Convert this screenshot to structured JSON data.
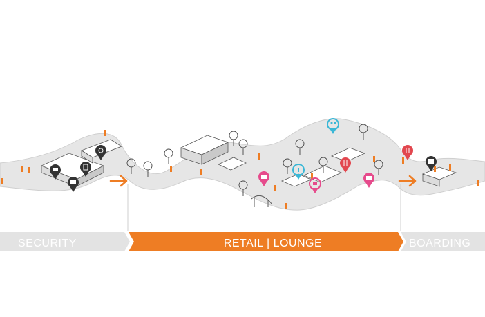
{
  "diagram": {
    "zones": [
      {
        "id": "security",
        "label": "SECURITY"
      },
      {
        "id": "retail-lounge",
        "label": "RETAIL | LOUNGE"
      },
      {
        "id": "boarding",
        "label": "BOARDING"
      }
    ],
    "colors": {
      "accent": "#ee7d24",
      "banner_grey": "#e3e3e3",
      "banner_text_light": "#ffffff",
      "path": "#e6e6e6",
      "pin_dark": "#333333",
      "pin_pink": "#e64b8c",
      "pin_cyan": "#3ab7d6",
      "pin_red": "#e2474f",
      "line": "#555555"
    },
    "icons": {
      "security_pins": [
        "wheelchair-icon",
        "baggage-screening-icon",
        "metal-detector-icon",
        "passport-check-icon"
      ],
      "retail_pins": [
        "shopping-icon",
        "information-icon",
        "dining-icon",
        "shopping-icon",
        "restroom-icon",
        "shopping-icon"
      ],
      "boarding_pins": [
        "dining-icon",
        "boarding-pass-icon"
      ]
    }
  }
}
